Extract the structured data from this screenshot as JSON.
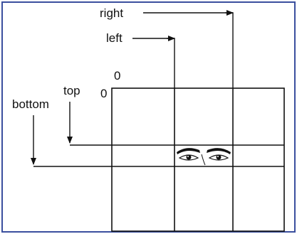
{
  "labels": {
    "right": "right",
    "left": "left",
    "top": "top",
    "bottom": "bottom",
    "origin_x": "0",
    "origin_y": "0"
  },
  "colors": {
    "background": "#FFFFFF",
    "border": "#3A4F9E",
    "lines": "#111111"
  },
  "icons": [
    "eyes-icon"
  ]
}
